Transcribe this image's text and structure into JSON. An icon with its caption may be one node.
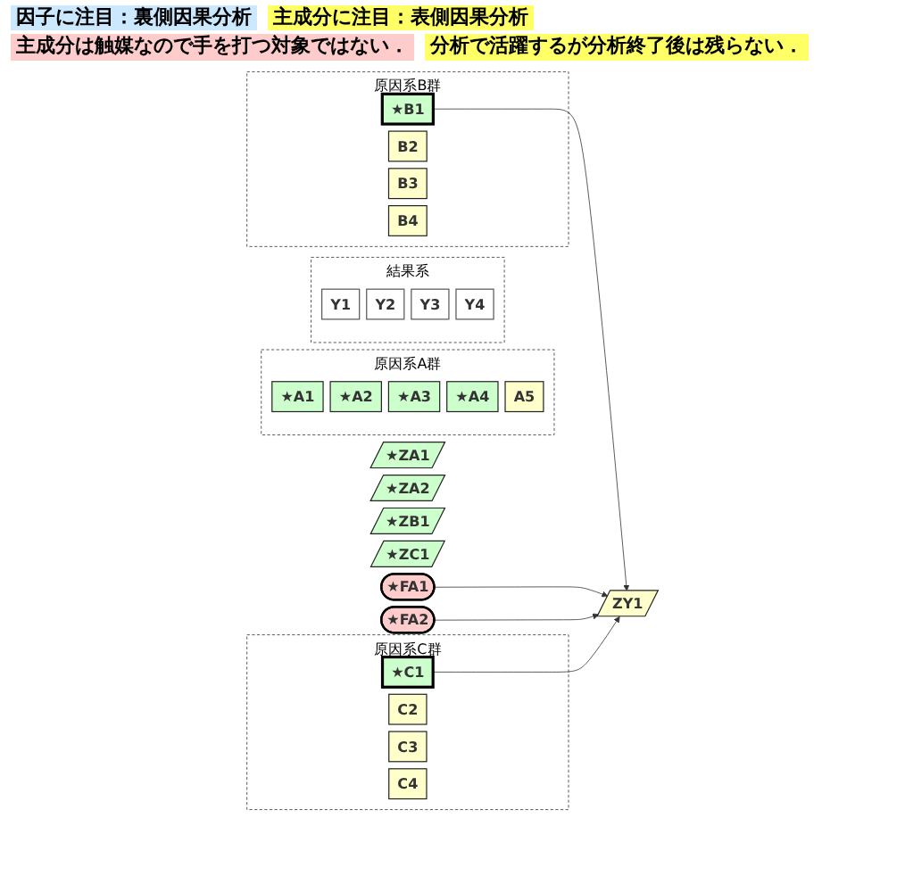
{
  "diagram": {
    "nodes": [
      {
        "text": [
          "原因系A群"
        ]
      },
      {
        "text": [
          "★A1"
        ],
        "in": 0
      },
      {
        "text": [
          "★A2"
        ],
        "in": 0
      },
      {
        "text": [
          "★A3"
        ],
        "in": 0
      },
      {
        "text": [
          "★A4"
        ],
        "in": 0
      },
      {
        "text": [
          "A5"
        ],
        "in": 0
      },
      {
        "text": [
          "★ZA1"
        ]
      },
      {
        "text": [
          "★ZA2"
        ]
      },
      {
        "text": [
          "原因系B群"
        ]
      },
      {
        "text": [
          "★B1"
        ],
        "in": 8
      },
      {
        "text": [
          "B2"
        ],
        "in": 8
      },
      {
        "text": [
          "B3"
        ],
        "in": 8
      },
      {
        "text": [
          "B4"
        ],
        "in": 8
      },
      {
        "text": [
          "★FA1"
        ]
      },
      {
        "text": [
          "★FA2"
        ]
      },
      {
        "text": [
          "★ZB1"
        ]
      },
      {
        "text": [
          "ZY1"
        ]
      },
      {
        "text": [
          "結果系"
        ]
      },
      {
        "text": [
          "Y1"
        ],
        "in": 17
      },
      {
        "text": [
          "Y2"
        ],
        "in": 17
      },
      {
        "text": [
          "Y3"
        ],
        "in": 17
      },
      {
        "text": [
          "Y4"
        ],
        "in": 17
      },
      {
        "text": [
          "★ZC1"
        ]
      },
      {
        "text": [
          "原因系C群"
        ]
      },
      {
        "text": [
          "★C1"
        ],
        "in": 23
      },
      {
        "text": [
          "C2"
        ],
        "in": 23
      },
      {
        "text": [
          "C3"
        ],
        "in": 23
      },
      {
        "text": [
          "C4"
        ],
        "in": 23
      }
    ],
    "edges": [
      {
        "from": 9,
        "to": 16,
        "arrow": "to"
      },
      {
        "from": 13,
        "to": 16,
        "arrow": "to"
      },
      {
        "from": 14,
        "to": 16,
        "arrow": "to"
      },
      {
        "from": 24,
        "to": 16,
        "arrow": "to"
      }
    ],
    "labels": [
      "因子に注目：裏側因果分析",
      "主成分に注目：表側因果分析",
      "主成分は触媒なので手を打つ対象ではない．",
      "分析で活躍するが分析終了後は残らない．"
    ]
  }
}
